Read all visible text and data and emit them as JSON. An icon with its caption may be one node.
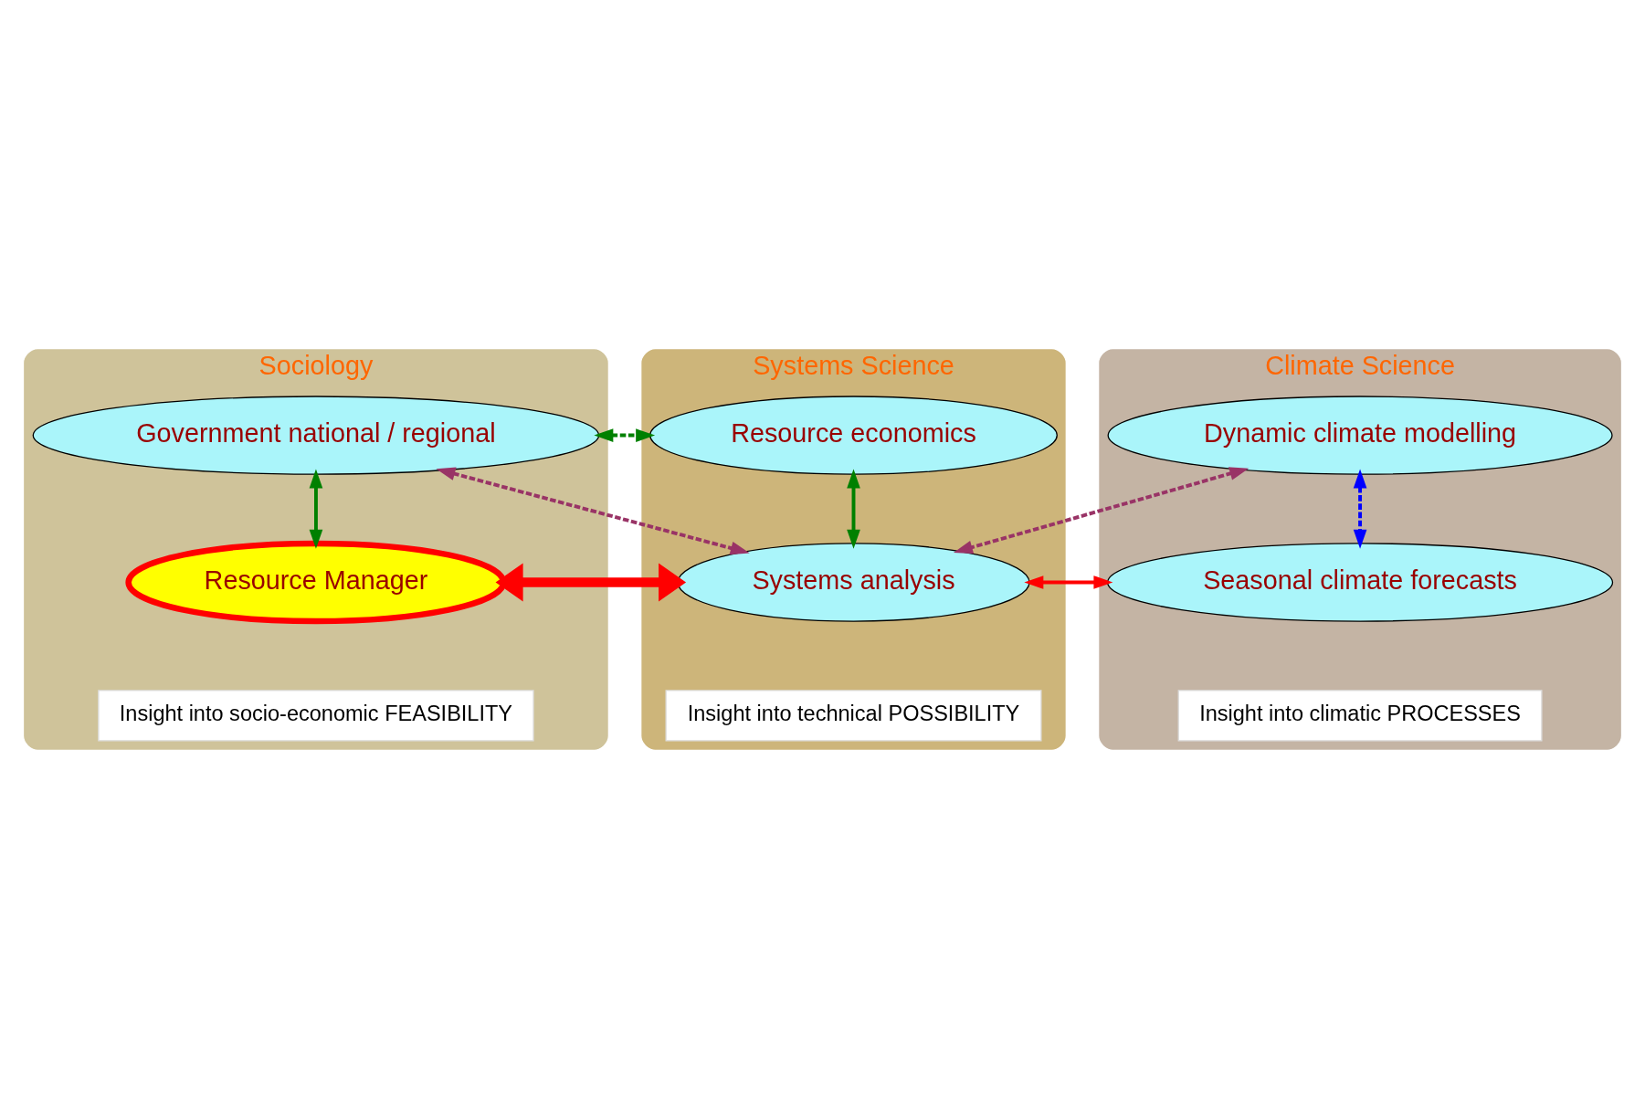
{
  "diagram": {
    "nodes": [
      {
        "text": [
          "Sociology"
        ],
        "beside": [
          "Insight into socio-economic FEASIBILITY"
        ]
      },
      {
        "text": [
          "Government national / regional"
        ],
        "in": 0
      },
      {
        "text": [
          "Resource Manager"
        ],
        "in": 0
      },
      {
        "text": [
          "Systems Science"
        ],
        "beside": [
          "Insight into technical POSSIBILITY"
        ]
      },
      {
        "text": [
          "Resource economics"
        ],
        "in": 3
      },
      {
        "text": [
          "Systems analysis"
        ],
        "in": 3
      },
      {
        "text": [
          "Climate Science"
        ],
        "beside": [
          "Insight into climatic PROCESSES"
        ]
      },
      {
        "text": [
          "Dynamic climate modelling"
        ],
        "in": 6
      },
      {
        "text": [
          "Seasonal climate forecasts"
        ],
        "in": 6
      }
    ],
    "edges": [
      {
        "from": 1,
        "to": 4,
        "arrow": "both",
        "style": "dashed",
        "color": "#008000"
      },
      {
        "from": 1,
        "to": 2,
        "arrow": "both",
        "color": "#008000"
      },
      {
        "from": 1,
        "to": 5,
        "arrow": "both",
        "style": "dashed",
        "color": "#993366"
      },
      {
        "from": 4,
        "to": 5,
        "arrow": "both",
        "color": "#008000"
      },
      {
        "from": 7,
        "to": 5,
        "arrow": "both",
        "style": "dashed",
        "color": "#993366"
      },
      {
        "from": 7,
        "to": 8,
        "arrow": "both",
        "style": "dashed",
        "color": "#0000ff"
      },
      {
        "from": 2,
        "to": 5,
        "arrow": "both",
        "style": "thick",
        "color": "#ff0000"
      },
      {
        "from": 5,
        "to": 8,
        "arrow": "both",
        "color": "#ff0000"
      }
    ]
  }
}
